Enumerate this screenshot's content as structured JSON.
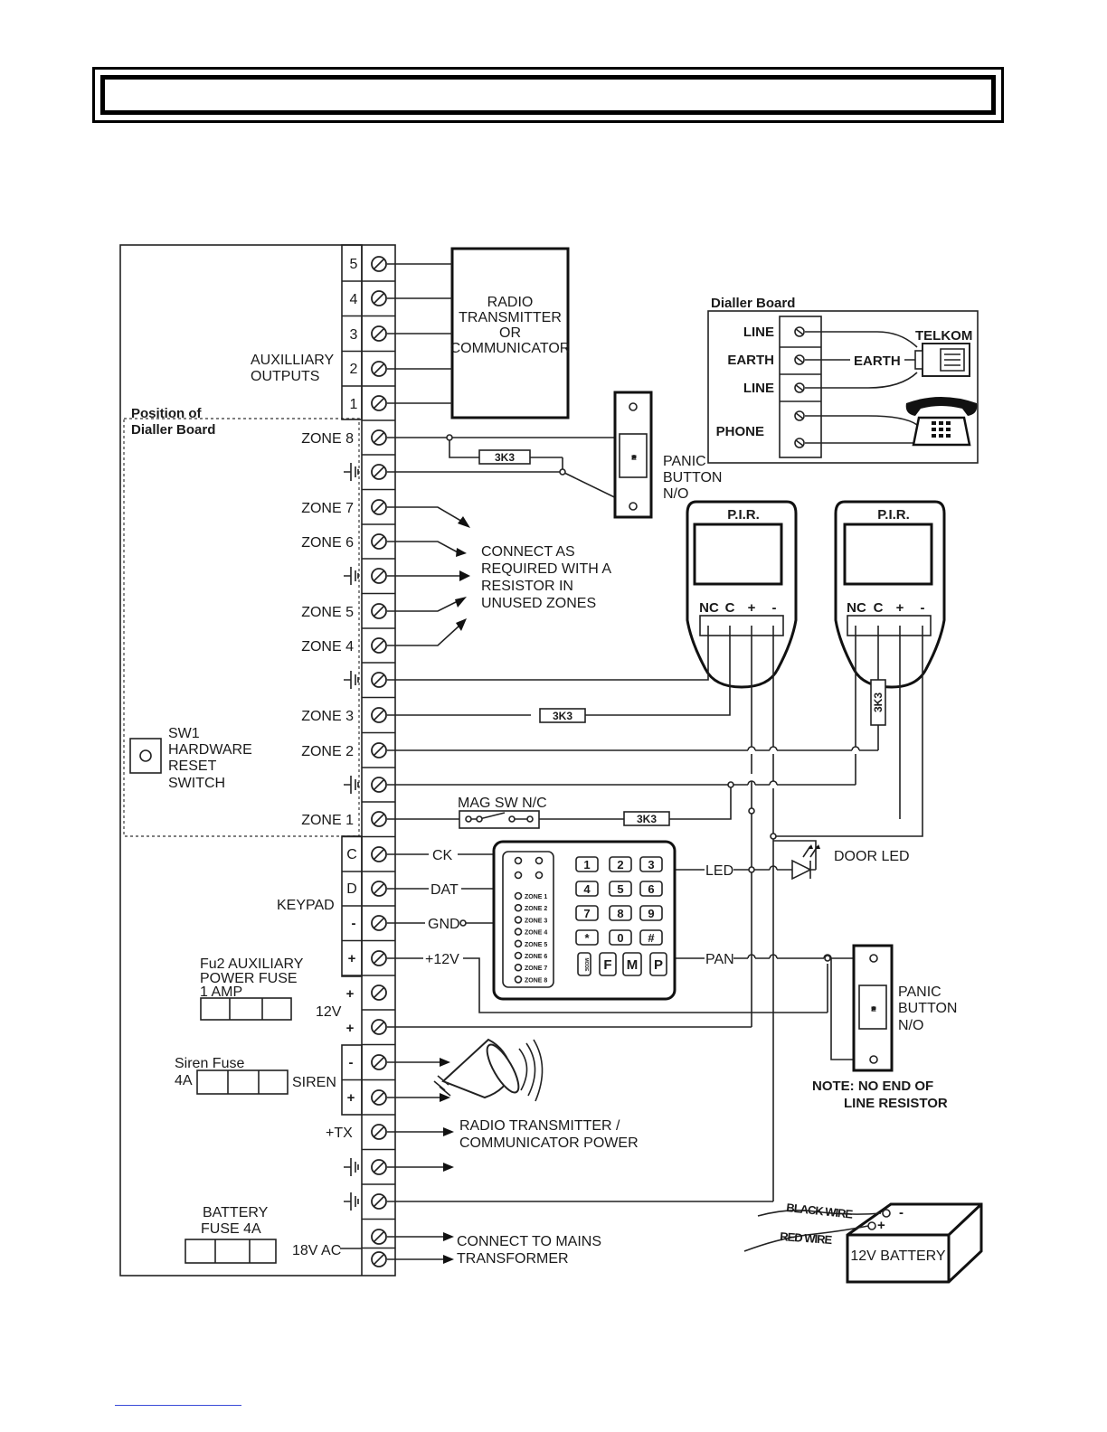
{
  "labels": {
    "aux_outputs": [
      "AUXILLIARY",
      "OUTPUTS"
    ],
    "aux_terminal_numbers": [
      "5",
      "4",
      "3",
      "2",
      "1"
    ],
    "radio_box": [
      "RADIO",
      "TRANSMITTER",
      "OR",
      "COMMUNICATOR"
    ],
    "position_of_dialler": [
      "Position of",
      "Dialler Board"
    ],
    "zones": {
      "z8": "ZONE 8",
      "z7": "ZONE 7",
      "z6": "ZONE 6",
      "z5": "ZONE 5",
      "z4": "ZONE 4",
      "z3": "ZONE 3",
      "z2": "ZONE 2",
      "z1": "ZONE 1"
    },
    "resistor": "3K3",
    "panic_vertical": "P A N I C",
    "panic_button": [
      "PANIC",
      "BUTTON",
      "N/O"
    ],
    "connect_note": [
      "CONNECT AS",
      "REQUIRED WITH A",
      "RESISTOR IN",
      "UNUSED ZONES"
    ],
    "pir_title": "P.I.R.",
    "pir_terminals": [
      "NC",
      "C",
      "+",
      "-"
    ],
    "sw1": [
      "SW1",
      "HARDWARE",
      "RESET",
      "SWITCH"
    ],
    "mag_sw": "MAG SW N/C",
    "keypad_terminals": {
      "c": "C",
      "d": "D",
      "minus": "-",
      "plus": "+"
    },
    "keypad_label": "KEYPAD",
    "keypad_wires": {
      "ck": "CK",
      "dat": "DAT",
      "gnd": "GND",
      "v12": "+12V",
      "led": "LED",
      "pan": "PAN"
    },
    "keypad_zone_leds": [
      "ZONE 1",
      "ZONE 2",
      "ZONE 3",
      "ZONE 4",
      "ZONE 5",
      "ZONE 6",
      "ZONE 7",
      "ZONE 8"
    ],
    "keypad_keys": [
      "1",
      "2",
      "3",
      "4",
      "5",
      "6",
      "7",
      "8",
      "9",
      "*",
      "0",
      "#"
    ],
    "keypad_fn_keys": [
      "F",
      "M",
      "P"
    ],
    "keypad_small_key": "MODE",
    "door_led": "DOOR LED",
    "fu2": [
      "Fu2  AUXILIARY",
      "POWER FUSE",
      "1 AMP"
    ],
    "v12": "12V",
    "plus": "+",
    "minus": "-",
    "siren_fuse": [
      "Siren Fuse",
      "4A"
    ],
    "siren": "SIREN",
    "tx": "+TX",
    "radio_power": [
      "RADIO TRANSMITTER /",
      "COMMUNICATOR  POWER"
    ],
    "battery_fuse": [
      "BATTERY",
      "FUSE 4A"
    ],
    "ac": "18V AC",
    "mains": [
      "CONNECT TO MAINS",
      "TRANSFORMER"
    ],
    "note": [
      "NOTE:  NO END OF",
      "LINE RESISTOR"
    ],
    "black_wire": "BLACK WIRE",
    "red_wire": "RED WIRE",
    "battery": "12V BATTERY",
    "dialler_board": "Dialler Board",
    "dialler_terms": [
      "LINE",
      "EARTH",
      "LINE",
      "PHONE"
    ],
    "telkom": "TELKOM",
    "earth": "EARTH"
  }
}
